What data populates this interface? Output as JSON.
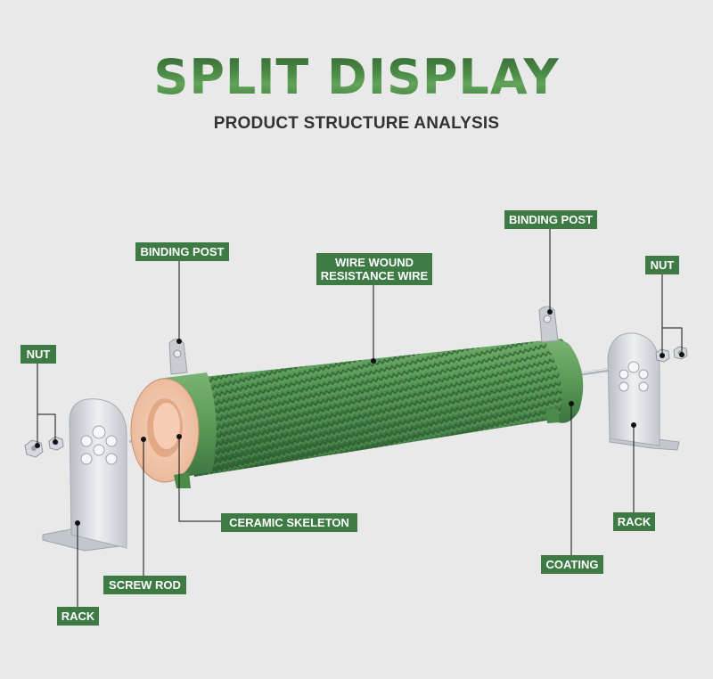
{
  "title": "SPLIT DISPLAY",
  "subtitle": "PRODUCT STRUCTURE ANALYSIS",
  "labels": {
    "binding_post_left": "BINDING POST",
    "binding_post_right": "BINDING POST",
    "wire_wound_line1": "WIRE WOUND",
    "wire_wound_line2": "RESISTANCE WIRE",
    "nut_left": "NUT",
    "nut_right": "NUT",
    "ceramic_skeleton": "CERAMIC SKELETON",
    "screw_rod": "SCREW ROD",
    "rack_left": "RACK",
    "rack_right": "RACK",
    "coating": "COATING"
  },
  "colors": {
    "label_bg": "#3d7a44",
    "resistor_green": "#4f8f4f",
    "ceramic": "#f2c7ad",
    "metal": "#d7dbe0"
  }
}
